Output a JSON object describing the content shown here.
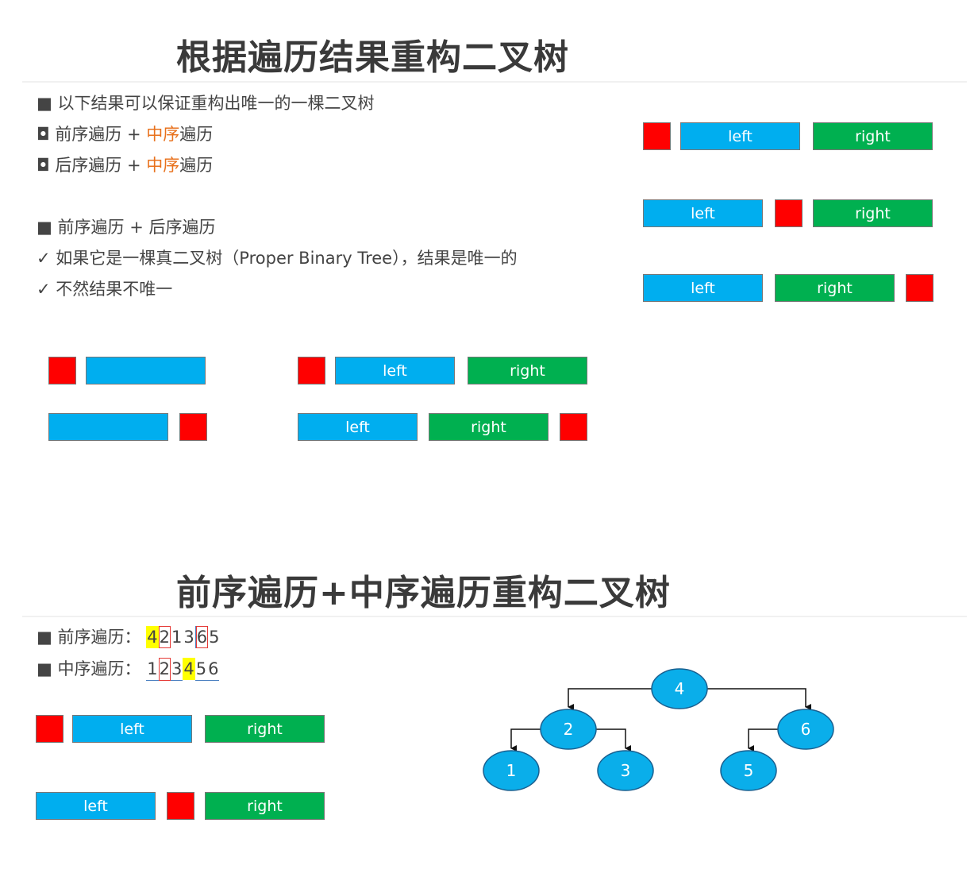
{
  "section1": {
    "title": "根据遍历结果重构二叉树",
    "bullet": "■",
    "box_bullet": "◘",
    "check": "✓",
    "intro": "以下结果可以保证重构出唯一的一棵二叉树",
    "combo1": {
      "a": "前序遍历",
      "plus": " + ",
      "b": "中序",
      "c": "遍历"
    },
    "combo2": {
      "a": "后序遍历",
      "plus": " + ",
      "b": "中序",
      "c": "遍历"
    },
    "combo3": "前序遍历 + 后序遍历",
    "note1": "如果它是一棵真二叉树（Proper Binary Tree），结果是唯一的",
    "note2": "不然结果不唯一",
    "left_label": "left",
    "right_label": "right"
  },
  "section2": {
    "title": "前序遍历+中序遍历重构二叉树",
    "preorder_label": "前序遍历：",
    "inorder_label": "中序遍历：",
    "preorder": [
      "4",
      "2",
      "1",
      "3",
      "6",
      "5"
    ],
    "inorder": [
      "1",
      "2",
      "3",
      "4",
      "5",
      "6"
    ],
    "left_label": "left",
    "right_label": "right",
    "tree_nodes": [
      "4",
      "2",
      "6",
      "1",
      "3",
      "5"
    ]
  },
  "colors": {
    "root": "#ff0000",
    "left": "#00aeef",
    "right": "#00b050",
    "highlight_text": "#e8711c",
    "highlight_bg": "#ffff00",
    "node_fill": "#0aaeea"
  }
}
